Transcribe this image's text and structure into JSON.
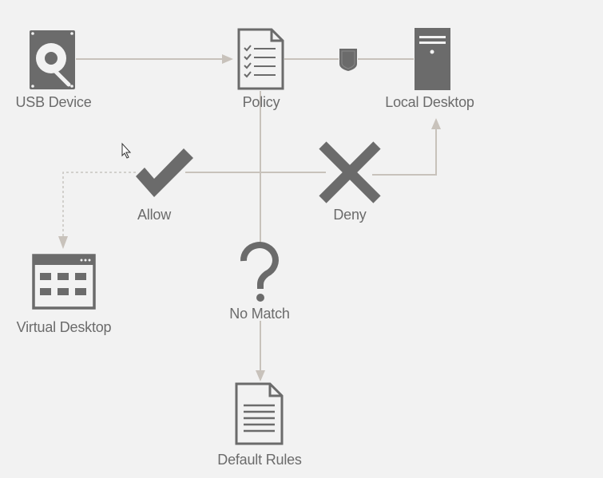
{
  "colors": {
    "icon": "#6b6b6b",
    "line": "#c8c2bb",
    "dashed": "#c8c4c0",
    "background": "#f2f2f2"
  },
  "nodes": {
    "usb_device": {
      "label": "USB Device",
      "icon": "usb-drive-icon"
    },
    "policy": {
      "label": "Policy",
      "icon": "document-checklist-icon"
    },
    "shield": {
      "icon": "shield-icon"
    },
    "local_desktop": {
      "label": "Local Desktop",
      "icon": "tower-server-icon"
    },
    "allow": {
      "label": "Allow",
      "icon": "checkmark-icon"
    },
    "deny": {
      "label": "Deny",
      "icon": "cross-icon"
    },
    "virtual_desktop": {
      "label": "Virtual Desktop",
      "icon": "app-grid-window-icon"
    },
    "no_match": {
      "label": "No Match",
      "icon": "question-mark-icon"
    },
    "default_rules": {
      "label": "Default Rules",
      "icon": "document-icon"
    }
  }
}
